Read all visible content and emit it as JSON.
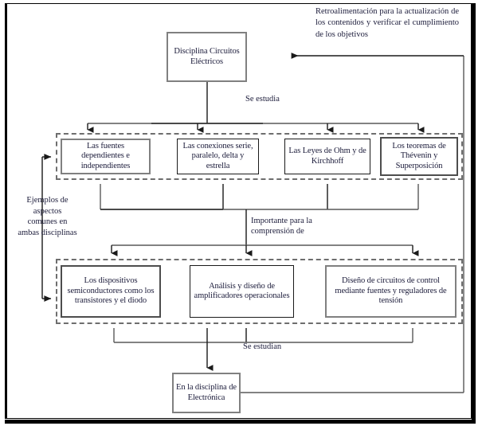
{
  "diagram": {
    "title_node": {
      "text": "Disciplina Circuitos Eléctricos"
    },
    "bottom_node": {
      "text": "En la disciplina de Electrónica"
    },
    "labels": {
      "feedback": "Retroalimentación para la actualización de los contenidos y verificar el cumplimiento de los objetivos",
      "se_estudia": "Se estudia",
      "importante": "Importante para la comprensión de",
      "se_estudian": "Se estudian",
      "ejemplos": "Ejemplos de aspectos comunes en ambas disciplinas"
    },
    "row2": [
      {
        "text": "Las fuentes dependientes e independientes"
      },
      {
        "text": "Las conexiones serie, paralelo, delta y estrella"
      },
      {
        "text": "Las Leyes de Ohm y de Kirchhoff"
      },
      {
        "text": "Los teoremas de Thévenin y Superposición"
      }
    ],
    "row3": [
      {
        "text": "Los dispositivos semiconductores como los transistores y el diodo"
      },
      {
        "text": "Análisis y diseño de amplificadores operacionales"
      },
      {
        "text": "Diseño de circuitos de control mediante fuentes y reguladores de tensión"
      }
    ],
    "colors": {
      "frame": "#000000",
      "node_border_gray": "#808080",
      "node_border_dark": "#4d4d4d",
      "node_border_thin": "#1a1a1a",
      "group_border_dashed": "#6e6e6e",
      "connector": "#595959",
      "connector_dark": "#1a1a1a",
      "text": "#1b1b3a",
      "background": "#ffffff"
    }
  }
}
